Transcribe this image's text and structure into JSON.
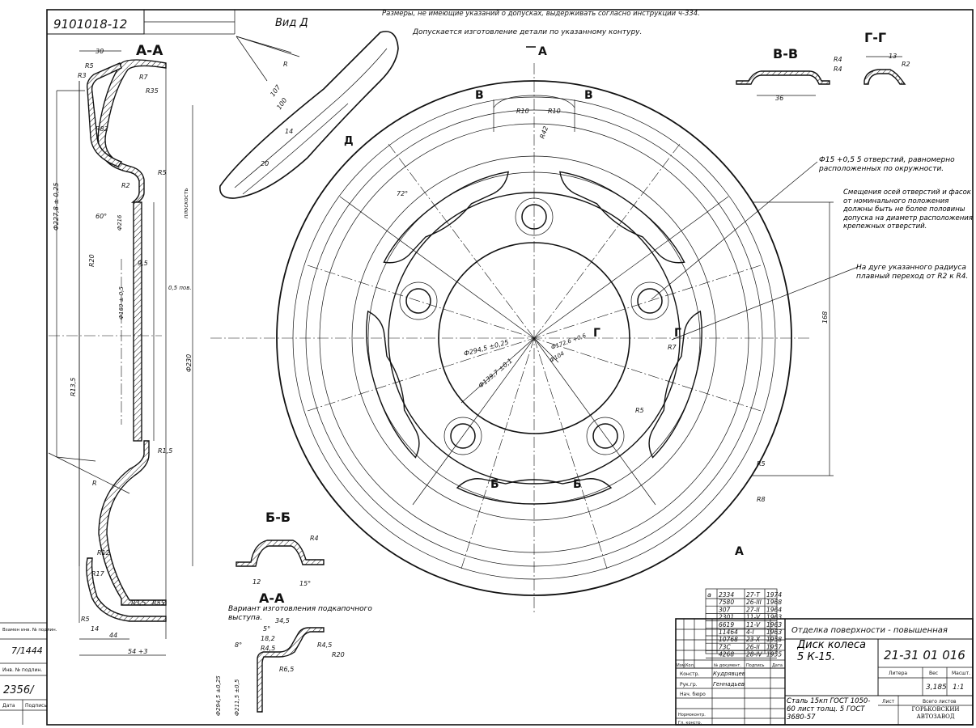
{
  "header": {
    "doc_number": "9101018-12",
    "general_note": "Размеры, не имеющие указаний о допусках, выдерживать согласно инструкции ч-334."
  },
  "views": {
    "section_aa_title": "А-А",
    "view_d_title": "Вид Д",
    "view_d_marker": "Д",
    "section_vv_title": "В-В",
    "section_gg_title": "Г-Г",
    "section_bb_title": "Б-Б",
    "variant_aa_title": "А-А",
    "marker_a": "А",
    "marker_v": "В",
    "marker_g": "Г",
    "marker_b": "Б"
  },
  "notes": {
    "contour_note": "Допускается изготовление детали по указанному контуру.",
    "holes_note": "Ф15 +0,5 5 отверстий, равномерно расположенных по окружности.",
    "offset_note": "Смещения осей отверстий и фасок от номинального положения должны быть не более половины допуска на диаметр расположения крепежных отверстий.",
    "arc_note": "На дуге указанного радиуса плавный переход от R2 к R4.",
    "variant_note": "Вариант изготовления подкапочного выступа."
  },
  "dimensions": {
    "d30": "30",
    "r5": "R5",
    "r3": "R3",
    "r7": "R7",
    "r35": "R35",
    "r82": "R82",
    "r2": "R2",
    "d60": "60°",
    "d12_flatness": "плоскость",
    "d9_5": "9,5",
    "d0_5": "0,5 пов.",
    "phi_227": "Ф227,8 ± 0,25",
    "phi_216": "Ф216",
    "r20": "R20",
    "phi_160": "Ф160 ± 0,5",
    "phi_230": "Ф230",
    "r13_5": "R13,5",
    "r1_5": "R1,5",
    "r_big": "R",
    "r12": "R12",
    "r17": "R17",
    "r3_5": "R3,5",
    "r55": "R55",
    "r5b": "R5",
    "d14": "14",
    "d44": "44",
    "d54": "54 +3",
    "d107": "107",
    "d100": "100",
    "d14b": "14",
    "d20": "20",
    "r_vd": "R",
    "d72": "72°",
    "r10a": "R10",
    "r10b": "R10",
    "r42": "R42",
    "phi_294": "Ф294,5 ±0,25",
    "phi_139": "Ф139,7 ±0,1",
    "phi_172": "Ф172,6 +0,6",
    "phi_104": "Ф104",
    "r7b": "R7",
    "d168": "168",
    "r5c": "R5",
    "r5d": "R5",
    "r8": "R8",
    "r4a": "R4",
    "r4b": "R4",
    "d36": "36",
    "d13": "13",
    "r2b": "R2",
    "r4c": "R4",
    "d12b": "12",
    "d15": "15°",
    "d34_5": "34,5",
    "d5": "5°",
    "d18_2": "18,2",
    "r4_5": "R4,5",
    "r4_5b": "R4,5",
    "r20b": "R20",
    "r6_5": "R6,5",
    "d8": "8°",
    "phi_294b": "Ф294,5 ±0,25",
    "phi_211": "Ф211,5 ±0,5"
  },
  "revisions": [
    {
      "a": "а",
      "b": "2334",
      "c": "27-Т",
      "d": "1974"
    },
    {
      "a": "",
      "b": "7580",
      "c": "26-III",
      "d": "1968"
    },
    {
      "a": "",
      "b": "307",
      "c": "27-II",
      "d": "1964"
    },
    {
      "a": "",
      "b": "2301",
      "c": "11-V",
      "d": "1963"
    },
    {
      "a": "",
      "b": "6619",
      "c": "11-V",
      "d": "1963"
    },
    {
      "a": "",
      "b": "11464",
      "c": "4-I",
      "d": "1963"
    },
    {
      "a": "",
      "b": "10768",
      "c": "23-X",
      "d": "1958"
    },
    {
      "a": "",
      "b": "73С",
      "c": "26-II",
      "d": "1957"
    },
    {
      "a": "",
      "b": "4268",
      "c": "28-IV",
      "d": "1955"
    }
  ],
  "title_block": {
    "finish": "Отделка поверхности - повышенная",
    "part_name": "Диск колеса 5 К-15.",
    "part_number": "21-31 01 016",
    "material": "Сталь 15кп ГОСТ 1050-60 лист толщ. 5 ГОСТ 3680-57",
    "col_izm": "Изм.",
    "col_kol": "Кол.",
    "col_doc": "№ документ.",
    "col_sign": "Подпись",
    "col_date": "Дата",
    "role_design": "Констр.",
    "role_group": "Рук.гр.",
    "role_bureau": "Нач. бюро",
    "role_norm": "Нормоконтр.",
    "role_chief": "Гл. констр.",
    "name_design": "Кудрявцев",
    "name_group": "Геннадьев",
    "col_litera": "Литера",
    "col_mass": "Вес",
    "col_scale": "Масшт.",
    "mass": "3,185",
    "scale": "1:1",
    "sheet_label": "Лист",
    "sheets_label": "Всего листов",
    "company": "ГОРЬКОВСКИЙ АВТОЗАВОД"
  },
  "left_margin": {
    "inv_label": "Взамен инв. № подлин.",
    "inv_value": "7/1444",
    "orig_label": "Инв. № подлин.",
    "orig_value": "2356/",
    "date_label": "Дата",
    "sign_label": "Подпись"
  }
}
